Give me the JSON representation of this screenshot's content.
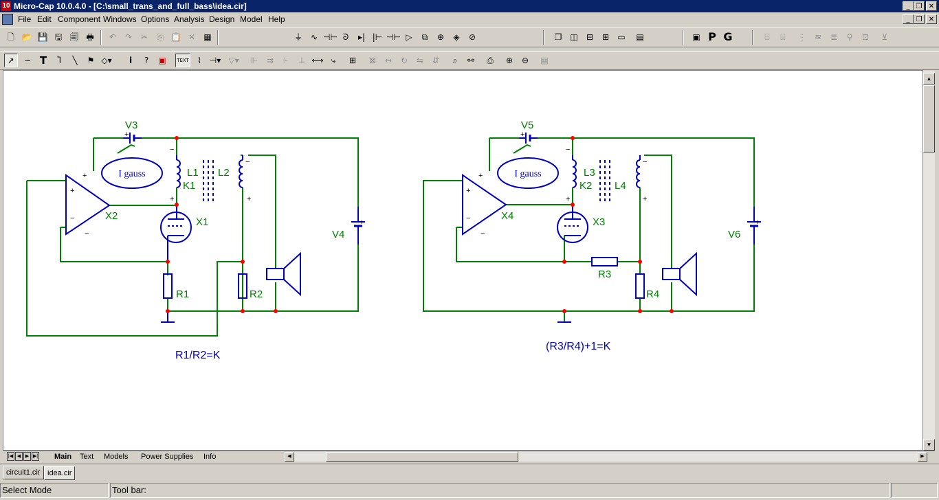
{
  "window": {
    "icon_text": "10",
    "title": "Micro-Cap 10.0.4.0 - [C:\\small_trans_and_full_bass\\idea.cir]",
    "btn_min": "_",
    "btn_restore": "❐",
    "btn_close": "✕"
  },
  "menu": {
    "items": [
      "File",
      "Edit",
      "Component",
      "Windows",
      "Options",
      "Analysis",
      "Design",
      "Model",
      "Help"
    ]
  },
  "toolbar1": {
    "text_buttons": {
      "p": "P",
      "g": "G"
    }
  },
  "toolbar2": {
    "text_button": "TEXT"
  },
  "schematic": {
    "left": {
      "labels": {
        "v3": "V3",
        "l1": "L1",
        "l2": "L2",
        "k1": "K1",
        "x2": "X2",
        "x1": "X1",
        "v4": "V4",
        "r1": "R1",
        "r2": "R2",
        "igauss": "I gauss"
      },
      "formula": "R1/R2=K"
    },
    "right": {
      "labels": {
        "v5": "V5",
        "l3": "L3",
        "l4": "L4",
        "k2": "K2",
        "x4": "X4",
        "x3": "X3",
        "v6": "V6",
        "r3": "R3",
        "r4": "R4",
        "igauss": "I gauss"
      },
      "formula": "(R3/R4)+1=K"
    },
    "colors": {
      "wire": "#008000",
      "component": "#0000c0",
      "node": "#ff0000",
      "label": "#008000",
      "formula": "#0000c0"
    }
  },
  "sheet_tabs": [
    "Main",
    "Text",
    "Models",
    "Power Supplies",
    "Info"
  ],
  "doc_tabs": [
    "circuit1.cir",
    "idea.cir"
  ],
  "status": {
    "mode": "Select Mode",
    "toolbar_label": "Tool bar:"
  }
}
